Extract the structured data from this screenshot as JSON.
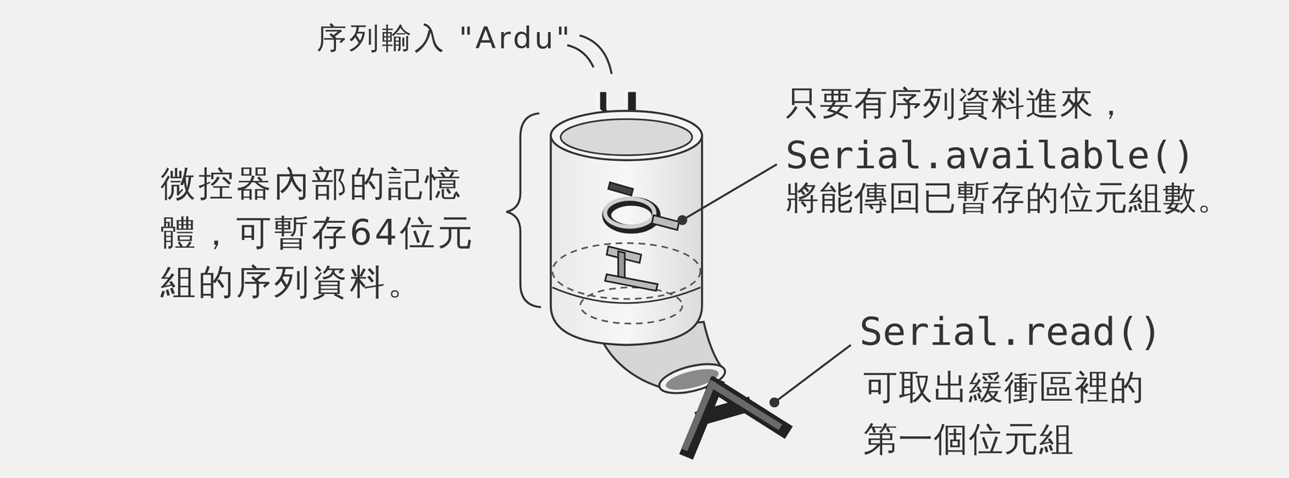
{
  "diagram": {
    "labels": [
      "序列輸入 \"Ardu\"",
      "微控器內部的記憶 體，可暫存64位元 組的序列資料。",
      "只要有序列資料進來，",
      "Serial.available()",
      "將能傳回已暫存的位元組數。",
      "Serial.read()",
      "可取出緩衝區裡的 第一個位元組"
    ]
  }
}
